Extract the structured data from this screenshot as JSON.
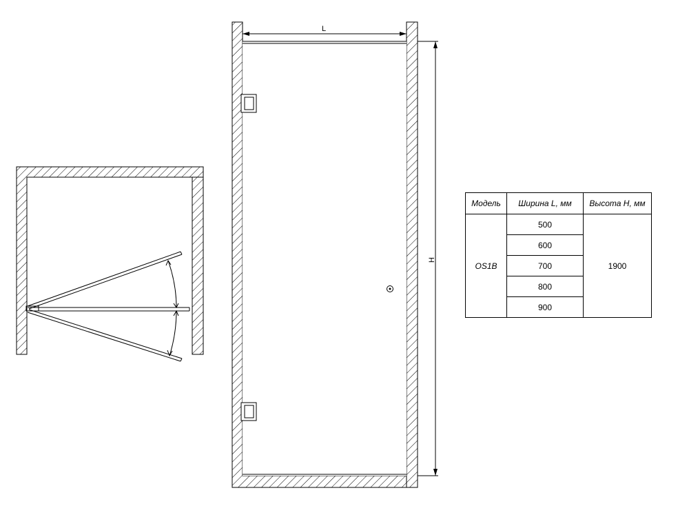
{
  "door_drawing": {
    "width_label": "L",
    "height_label": "H"
  },
  "spec_table": {
    "headers": {
      "model": "Модель",
      "width": "Ширина L, мм",
      "height": "Высота H, мм"
    },
    "model": "OS1B",
    "widths": [
      "500",
      "600",
      "700",
      "800",
      "900"
    ],
    "height": "1900"
  }
}
